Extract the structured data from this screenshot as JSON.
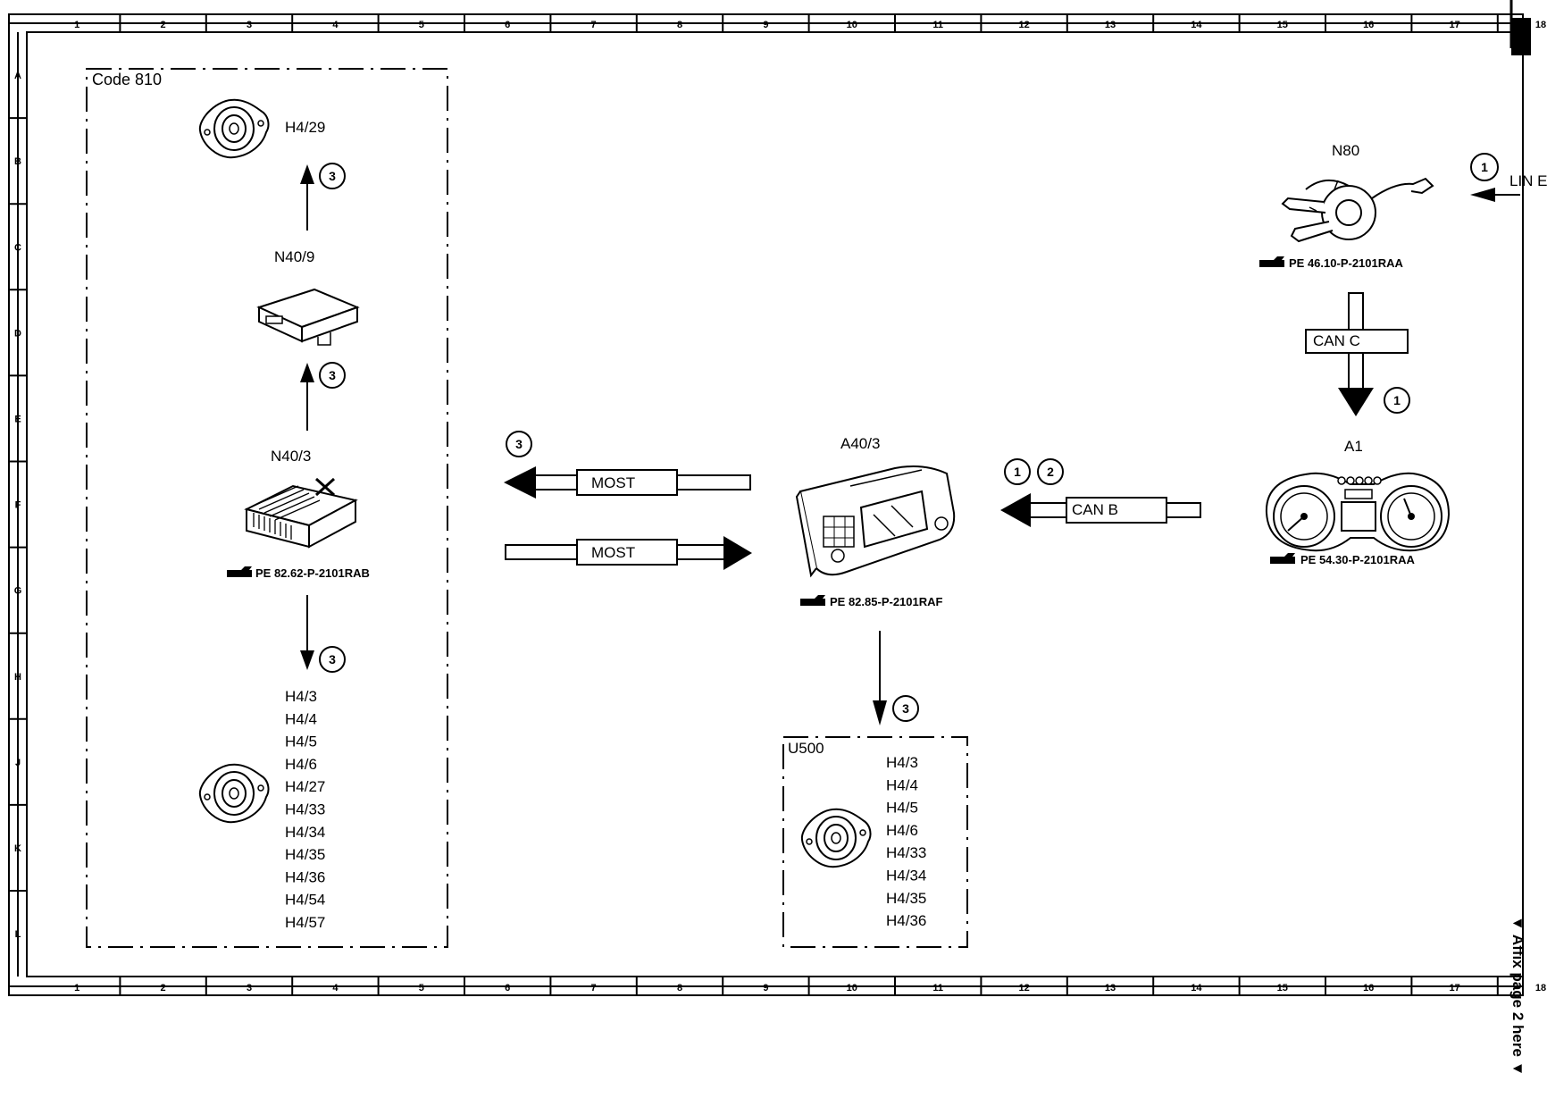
{
  "grid": {
    "columns": [
      "1",
      "2",
      "3",
      "4",
      "5",
      "6",
      "7",
      "8",
      "9",
      "10",
      "11",
      "12",
      "13",
      "14",
      "15",
      "16",
      "17",
      "18"
    ],
    "rows": [
      "A",
      "B",
      "C",
      "D",
      "E",
      "F",
      "G",
      "H",
      "J",
      "K",
      "L"
    ]
  },
  "side_note": "▼ Affix page 2 here ▼",
  "code810": {
    "title": "Code 810",
    "n40_9": "N40/9",
    "n40_3": "N40/3",
    "h4_29": "H4/29",
    "ref_n40_3": "PE 82.62-P-2101RAB",
    "speakers": [
      "H4/3",
      "H4/4",
      "H4/5",
      "H4/6",
      "H4/27",
      "H4/33",
      "H4/34",
      "H4/35",
      "H4/36",
      "H4/54",
      "H4/57"
    ]
  },
  "a40_3": {
    "label": "A40/3",
    "ref": "PE 82.85-P-2101RAF"
  },
  "u500": {
    "title": "U500",
    "speakers": [
      "H4/3",
      "H4/4",
      "H4/5",
      "H4/6",
      "H4/33",
      "H4/34",
      "H4/35",
      "H4/36"
    ]
  },
  "n80": {
    "label": "N80",
    "ref": "PE 46.10-P-2101RAA"
  },
  "a1": {
    "label": "A1",
    "ref": "PE 54.30-P-2101RAA"
  },
  "bus": {
    "most_out": "MOST",
    "most_in": "MOST",
    "can_b": "CAN B",
    "can_c": "CAN C",
    "lin": "LIN E"
  },
  "markers": {
    "three": "3",
    "one": "1",
    "two": "2"
  }
}
